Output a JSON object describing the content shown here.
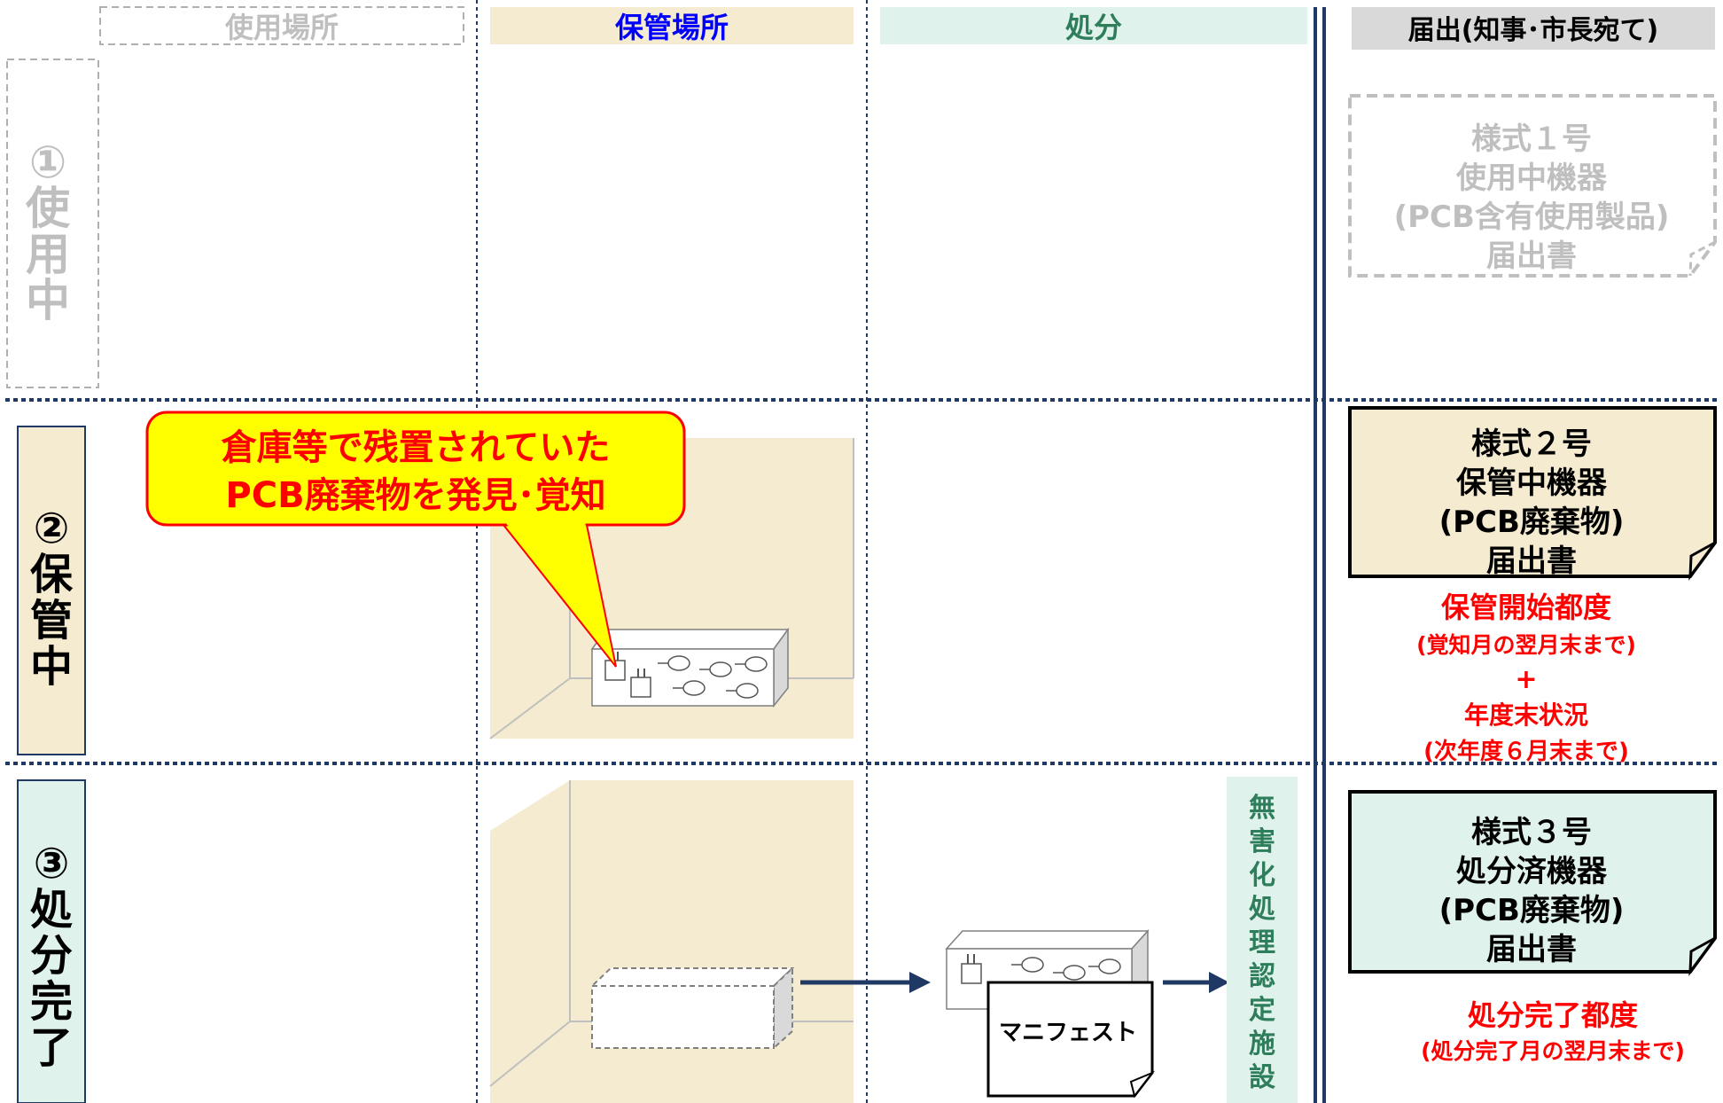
{
  "columns": {
    "use_place": "使用場所",
    "storage_place": "保管場所",
    "disposal": "処分",
    "notification": "届出(知事･市長宛て)"
  },
  "rows": {
    "in_use": [
      "①",
      "使",
      "用",
      "中"
    ],
    "in_storage": [
      "②",
      "保",
      "管",
      "中"
    ],
    "disposed": [
      "③",
      "処",
      "分",
      "完",
      "了"
    ]
  },
  "callout": {
    "line1": "倉庫等で残置されていた",
    "line2": "PCB廃棄物を発見･覚知"
  },
  "facility": [
    "無",
    "害",
    "化",
    "処",
    "理",
    "認",
    "定",
    "施",
    "設"
  ],
  "manifest": "マニフェスト",
  "forms": {
    "form1": [
      "様式１号",
      "使用中機器",
      "(PCB含有使用製品)",
      "届出書"
    ],
    "form2": [
      "様式２号",
      "保管中機器",
      "(PCB廃棄物)",
      "届出書"
    ],
    "form3": [
      "様式３号",
      "処分済機器",
      "(PCB廃棄物)",
      "届出書"
    ]
  },
  "deadlines": {
    "storage": [
      "保管開始都度",
      "(覚知月の翌月末まで)",
      "+",
      "年度末状況",
      "(次年度６月末まで)"
    ],
    "disposal": [
      "処分完了都度",
      "(処分完了月の翌月末まで)"
    ]
  },
  "colors": {
    "navy": "#1f3864",
    "storage_bg": "#f5ebd0",
    "disposal_bg": "#dff2ec",
    "callout_bg": "#ffff00",
    "red": "#ff0000",
    "blue": "#0000ff",
    "gray": "#bfbfbf",
    "green_text": "#2e7d5b"
  }
}
